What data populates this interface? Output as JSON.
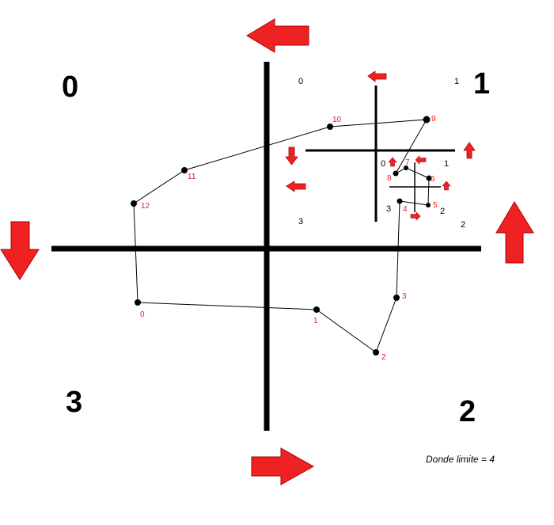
{
  "diagram": {
    "outer_quadrants": [
      "0",
      "1",
      "2",
      "3"
    ],
    "mid_quadrants": [
      "0",
      "1",
      "2",
      "3"
    ],
    "inner_quadrants": [
      "0",
      "1",
      "2",
      "3"
    ],
    "point_labels": [
      "0",
      "1",
      "2",
      "3",
      "4",
      "5",
      "6",
      "7",
      "8",
      "9",
      "10",
      "11",
      "12"
    ],
    "note": "Donde limite = 4",
    "colors": {
      "arrow": "#ee2222",
      "arrow_outline": "#b00000",
      "axis": "#000000",
      "label": "#e02020"
    }
  }
}
